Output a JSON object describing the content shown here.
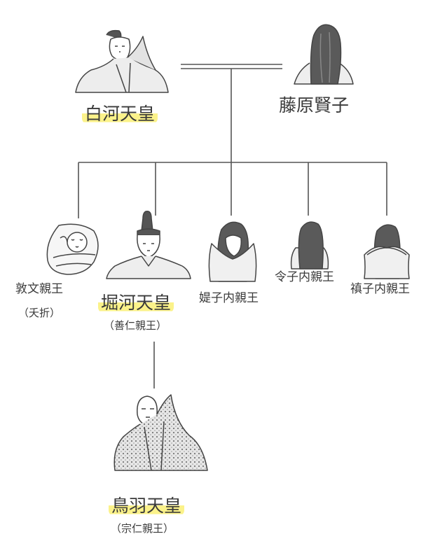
{
  "people": {
    "shirakawa": {
      "name": "白河天皇"
    },
    "kenshi": {
      "name": "藤原賢子"
    },
    "atsufumi": {
      "name": "敦文親王",
      "note": "（夭折）"
    },
    "horikawa": {
      "name": "堀河天皇",
      "alt": "（善仁親王）"
    },
    "teishi": {
      "name": "媞子内親王"
    },
    "reishi": {
      "name": "令子内親王"
    },
    "shinshi": {
      "name": "禛子内親王"
    },
    "toba": {
      "name": "鳥羽天皇",
      "alt": "（宗仁親王）"
    }
  },
  "colors": {
    "highlight": "#fbf28a",
    "line": "#555555",
    "text": "#3a3a3a"
  }
}
